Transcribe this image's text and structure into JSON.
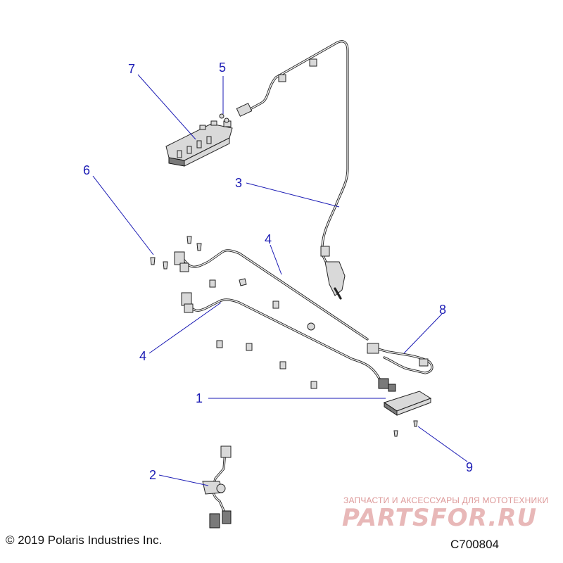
{
  "callouts": {
    "c1": "1",
    "c2": "2",
    "c3": "3",
    "c4a": "4",
    "c4b": "4",
    "c5": "5",
    "c6": "6",
    "c7": "7",
    "c8": "8",
    "c9": "9"
  },
  "footer": {
    "copyright": "© 2019 Polaris Industries Inc.",
    "code": "C700804"
  },
  "watermark": {
    "tagline": "ЗАПЧАСТИ И АКСЕССУАРЫ ДЛЯ МОТОТЕХНИКИ",
    "brand": "PARTSFOR.RU"
  },
  "colors": {
    "callout": "#1a1ab4",
    "line_art": "#222222",
    "watermark": "#e8b8b8"
  }
}
